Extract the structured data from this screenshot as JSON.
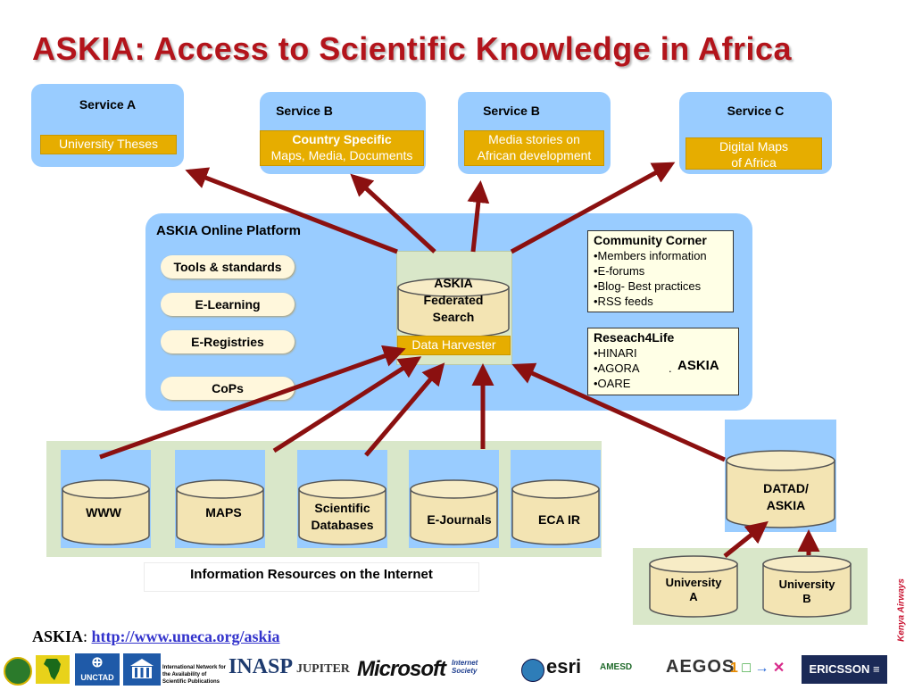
{
  "title": "ASKIA:   Access to Scientific Knowledge in Africa",
  "services": [
    {
      "label": "Service  A",
      "box_lines": [
        "University Theses"
      ]
    },
    {
      "label": "Service B",
      "box_lines": [
        "Country Specific",
        "Maps, Media, Documents"
      ]
    },
    {
      "label": "Service B",
      "box_lines": [
        "Media stories on",
        "African development"
      ]
    },
    {
      "label": "Service C",
      "box_lines": [
        "Digital Maps",
        "of Africa"
      ]
    }
  ],
  "platform": {
    "label": "ASKIA Online Platform",
    "pills": [
      "Tools & standards",
      "E-Learning",
      "E-Registries",
      "CoPs"
    ],
    "federated_search": [
      "ASKIA",
      "Federated",
      "Search"
    ],
    "data_harvester": "Data Harvester"
  },
  "community_corner": {
    "heading": "Community Corner",
    "items": [
      "•Members information",
      "•E-forums",
      "•Blog- Best practices",
      "•RSS feeds"
    ]
  },
  "research4life": {
    "heading": "Reseach4Life",
    "items": [
      "•HINARI",
      "•AGORA",
      "•OARE"
    ],
    "agora_suffix_dot": ".",
    "agora_suffix_askia": "ASKIA"
  },
  "resources": [
    {
      "label_lines": [
        "WWW"
      ]
    },
    {
      "label_lines": [
        "MAPS"
      ]
    },
    {
      "label_lines": [
        "Scientific",
        "Databases"
      ]
    },
    {
      "label_lines": [
        "E-Journals"
      ]
    },
    {
      "label_lines": [
        "ECA IR"
      ]
    }
  ],
  "resources_caption": "Information Resources on the Internet",
  "datad": {
    "label_lines": [
      "DATAD/",
      "ASKIA"
    ]
  },
  "universities": [
    {
      "label_lines": [
        "University",
        "A"
      ]
    },
    {
      "label_lines": [
        "University",
        "B"
      ]
    }
  ],
  "footer": {
    "askia_label": "ASKIA",
    "colon": ":",
    "link_text": "http://www.uneca.org/askia"
  },
  "logos": [
    "UNCTAD",
    "International Network for the Availability of Scientific Publications",
    "INASP",
    "JUPITER",
    "Microsoft",
    "Internet Society",
    "esri",
    "AMESD",
    "AEGOS",
    "ERICSSON",
    "Kenya Airways"
  ],
  "colors": {
    "title": "#b3141b",
    "arrow": "#8b1010",
    "service_blue": "#99ccff",
    "gold": "#e6ad00",
    "cylinder": "#f3e4b3",
    "green_panel": "#d9e7c9",
    "link": "#3333cc"
  }
}
